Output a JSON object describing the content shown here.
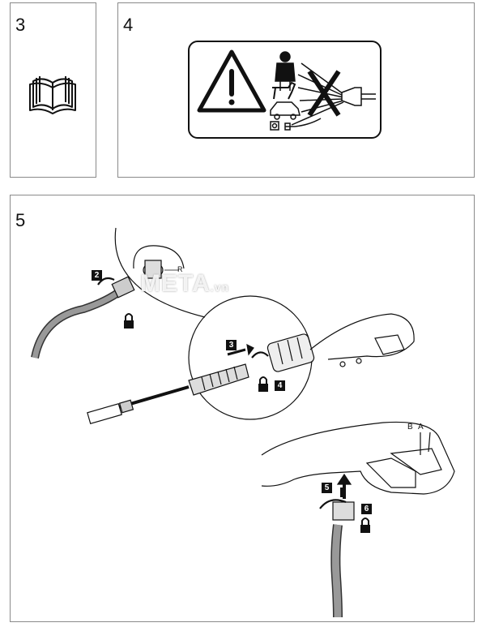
{
  "panels": [
    {
      "number": "3",
      "icon": "manual-book-icon"
    },
    {
      "number": "4",
      "icon": "warning-triangle-icon"
    },
    {
      "number": "5"
    }
  ],
  "steps": {
    "s2": "2",
    "s3": "3",
    "s4": "4",
    "s5": "5",
    "s6": "6"
  },
  "part_labels": {
    "r": "R",
    "b": "B",
    "a": "A"
  },
  "watermark": {
    "brand": "META",
    "suffix": ".vn"
  },
  "colors": {
    "border": "#8a8a8a",
    "stroke": "#111111",
    "step_box": "#111111"
  }
}
